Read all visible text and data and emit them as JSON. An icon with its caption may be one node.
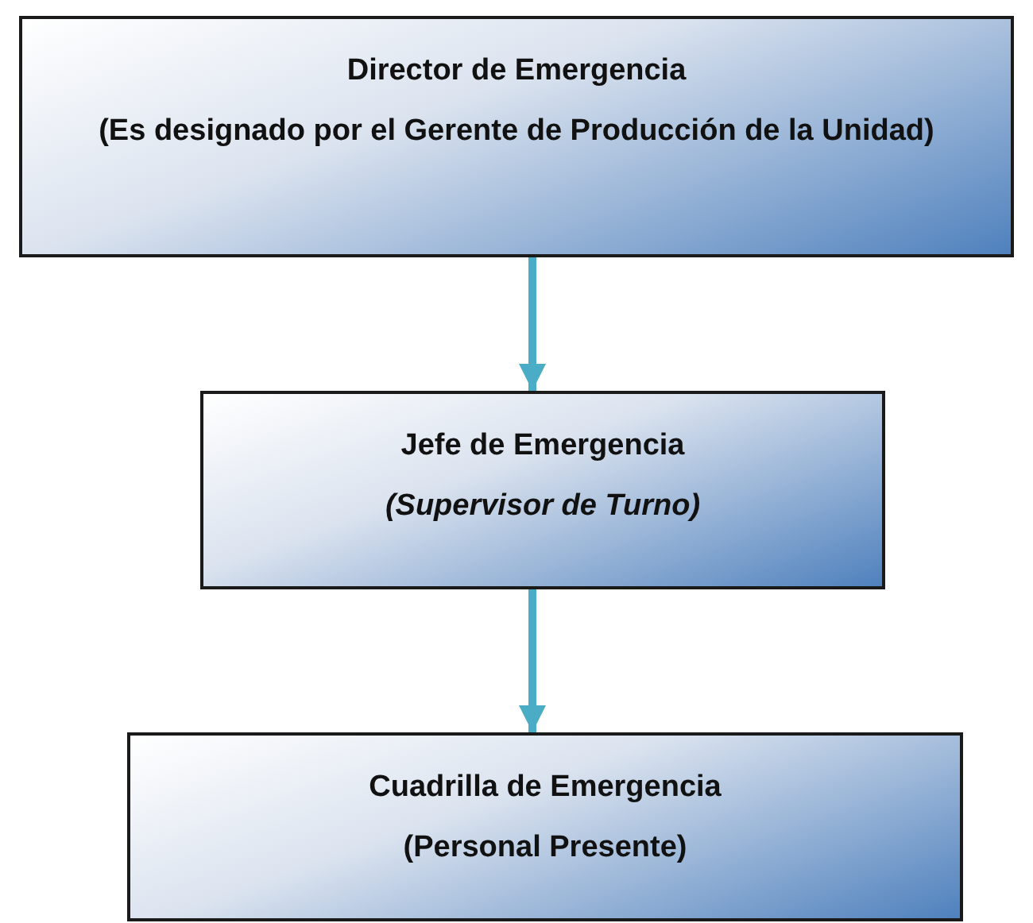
{
  "diagram": {
    "nodes": [
      {
        "text": [
          "Director de Emergencia",
          "(Es designado por el Gerente de Producción de la Unidad)"
        ]
      },
      {
        "text": [
          "Jefe de Emergencia",
          "(Supervisor de Turno)"
        ]
      },
      {
        "text": [
          "Cuadrilla de Emergencia",
          "(Personal Presente)"
        ]
      }
    ],
    "edges": [
      {
        "from": 0,
        "to": 1,
        "arrow": "to"
      },
      {
        "from": 1,
        "to": 2,
        "arrow": "to"
      }
    ]
  }
}
